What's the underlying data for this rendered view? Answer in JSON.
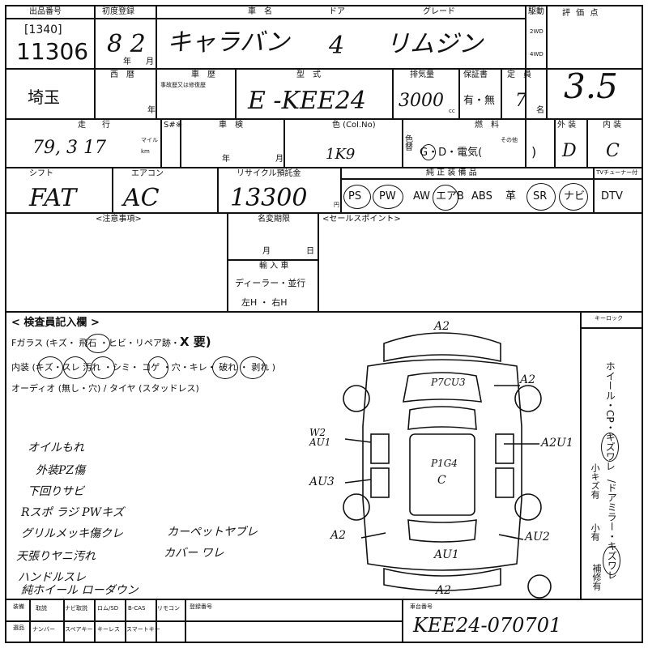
{
  "header": {
    "lot_label": "出品番号",
    "lot_sub": "[1340]",
    "lot_number": "11306",
    "first_reg_label": "初度登録",
    "first_reg_value": "8 2",
    "year_unit": "年",
    "month_unit": "月",
    "car_name_label": "車　名",
    "car_name": "キャラバン",
    "door_label": "ドア",
    "doors": "4",
    "grade_label": "グレード",
    "grade": "リムジン",
    "drive_label": "駆動",
    "drive_2wd": "2WD",
    "drive_4wd": "4WD",
    "score_label": "評 価 点",
    "score": "3.5"
  },
  "row2": {
    "region": "埼玉",
    "western_label": "西　暦",
    "shaken_label": "車　歴",
    "shaken_note": "事故歴又は修復歴",
    "nen": "年",
    "model_label": "型　式",
    "model": "E -KEE24",
    "displacement_label": "排気量",
    "displacement": "3000",
    "cc": "cc",
    "warranty_label": "保証書",
    "warranty": "有・無",
    "capacity_label": "定　員",
    "capacity": "7",
    "persons": "名"
  },
  "row3": {
    "mileage_label": "走　　行",
    "mileage": "79, 3 17",
    "mile": "マイル",
    "km": "km",
    "sno_label": "S#※",
    "inspection_label": "車　検",
    "nen": "年",
    "tsuki": "月",
    "color_label": "色 (Col.No)",
    "color": "1K9",
    "color_change": "色替",
    "fuel_label": "燃　料",
    "fuel_options": "G・D・電気(",
    "fuel_other": "その他",
    "fuel_close": ")",
    "exterior_label": "外 装",
    "exterior": "D",
    "interior_label": "内 装",
    "interior": "C"
  },
  "row4": {
    "shift_label": "シフト",
    "shift": "FAT",
    "aircon_label": "エアコン",
    "aircon": "AC",
    "recycle_label": "リサイクル預託金",
    "recycle": "13300",
    "yen": "円",
    "equip_label": "純 正 装 備 品",
    "tuner_label": "TVチューナー付",
    "equip": [
      "PS",
      "PW",
      "AW",
      "エアB",
      "ABS",
      "革",
      "SR",
      "ナビ",
      "DTV"
    ]
  },
  "row5": {
    "notes_label": "<注意事項>",
    "name_change_label": "名変期限",
    "tsuki": "月",
    "nichi": "日",
    "import_label": "輸 入 車",
    "import_dealer": "ディーラー・並行",
    "import_hand": "左H ・ 右H",
    "sales_label": "<セールスポイント>"
  },
  "inspection": {
    "title": "< 検査員記入欄 >",
    "glass": "Fガラス (キズ・ 飛石 ・ヒビ・リペア跡・",
    "glass_x": "X 要)",
    "interior_line": "内装 (キズ・スレ 汚れ ・シミ・ コゲ ・穴・キレ・ 破れ ・ 剥れ )",
    "audio_line": "オーディオ (無し・穴) / タイヤ (スタッドレス)",
    "keylock": "キーロック",
    "handwritten": [
      "オイルもれ",
      "外装PZ傷",
      "下回りサビ",
      "Rスポ ラジ PWキズ",
      "グリルメッキ傷クレ",
      "天張りヤニ汚れ",
      "ハンドルスレ",
      "純ホイール ローダウン"
    ],
    "handwritten_right": [
      "カーペットヤブレ",
      "カバー ワレ"
    ]
  },
  "car_marks": {
    "top": "A2",
    "front_right": "P7CU3",
    "front_right_a": "A2",
    "left_upper": "W2 AU1",
    "right_mid": "A2U1",
    "center_1": "P1G4",
    "center_2": "C",
    "left_mid": "AU3",
    "rear_left": "A2",
    "rear_right": "AU2",
    "rear": "AU1",
    "bottom": "A2"
  },
  "side_column": {
    "wheel_text": "ホイール・CP・",
    "wheel_circ": "キズ",
    "wheel_ware": "ワレ",
    "small": "小キズ",
    "small_has": "有",
    "mirror": "/ドアミラー・",
    "mirror_circ": "キズ",
    "mirror_ware": "ワレ",
    "ko": "小",
    "ko_has": "有",
    "repair": "補修有"
  },
  "footer": {
    "equip_label": "装備",
    "select_label": "選品",
    "items_top": [
      "取説",
      "ナビ取説",
      "ロム/SD",
      "B-CAS",
      "リモコン"
    ],
    "items_bottom": [
      "ナンバー",
      "スペアキー",
      "キーレス",
      "スマートキー"
    ],
    "reg_label": "登録番号",
    "chassis_label": "車台番号",
    "chassis": "KEE24-070701"
  }
}
